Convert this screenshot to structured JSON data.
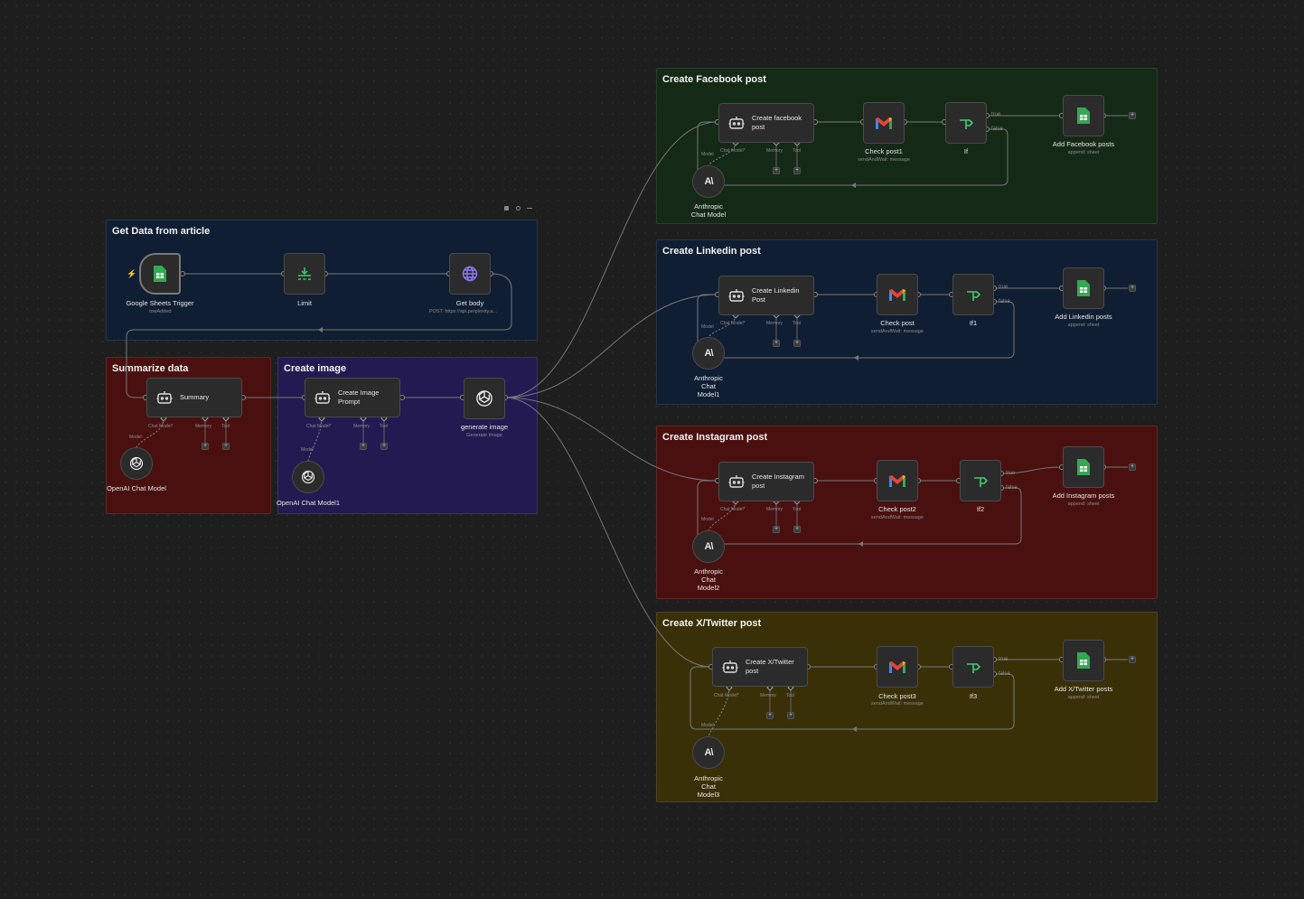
{
  "canvas": {
    "background": "#1e1e1e"
  },
  "stickies": [
    {
      "title": "Get Data from article",
      "color": "#0f1e33"
    },
    {
      "title": "Summarize data",
      "color": "#4a1010"
    },
    {
      "title": "Create image",
      "color": "#241a52"
    },
    {
      "title": "Create Facebook post",
      "color": "#142a17"
    },
    {
      "title": "Create Linkedin post",
      "color": "#0f1e33"
    },
    {
      "title": "Create Instagram post",
      "color": "#4a1010"
    },
    {
      "title": "Create X/Twitter post",
      "color": "#3a3008"
    }
  ],
  "nodes": {
    "sheets_trigger": {
      "label": "Google Sheets Trigger",
      "sub": "rowAdded"
    },
    "limit": {
      "label": "Limit"
    },
    "get_body": {
      "label": "Get body",
      "sub": "POST: https://api.perplexity.a..."
    },
    "summary": {
      "label": "Summary"
    },
    "openai_model": {
      "label": "OpenAI Chat Model"
    },
    "create_image_prompt": {
      "label": "Create Image Prompt"
    },
    "openai_model1": {
      "label": "OpenAI Chat Model1"
    },
    "generate_image": {
      "label": "generate image",
      "sub": "Generate Image"
    },
    "fb_agent": {
      "label": "Create facebook post"
    },
    "fb_check": {
      "label": "Check post1",
      "sub": "sendAndWait: message"
    },
    "fb_if": {
      "label": "If"
    },
    "fb_add": {
      "label": "Add Facebook posts",
      "sub": "append: sheet"
    },
    "fb_model": {
      "label": "Anthropic Chat Model"
    },
    "li_agent": {
      "label": "Create Linkedin Post"
    },
    "li_check": {
      "label": "Check post",
      "sub": "sendAndWait: message"
    },
    "li_if": {
      "label": "If1"
    },
    "li_add": {
      "label": "Add Linkedin posts",
      "sub": "append: sheet"
    },
    "li_model": {
      "label": "Anthropic Chat Model1"
    },
    "ig_agent": {
      "label": "Create Instagram post"
    },
    "ig_check": {
      "label": "Check post2",
      "sub": "sendAndWait: message"
    },
    "ig_if": {
      "label": "If2"
    },
    "ig_add": {
      "label": "Add Instagram posts",
      "sub": "append: sheet"
    },
    "ig_model": {
      "label": "Anthropic Chat Model2"
    },
    "tw_agent": {
      "label": "Create X/Twitter post"
    },
    "tw_check": {
      "label": "Check post3",
      "sub": "sendAndWait: message"
    },
    "tw_if": {
      "label": "If3"
    },
    "tw_add": {
      "label": "Add X/Twitter posts",
      "sub": "append: sheet"
    },
    "tw_model": {
      "label": "Anthropic Chat Model3"
    }
  },
  "ports": {
    "chat_model": "Chat Model*",
    "memory": "Memory",
    "tool": "Tool",
    "model": "Model",
    "true": "true",
    "false": "false"
  },
  "icons": {
    "sheets": "sheets-icon",
    "limit": "limit-icon",
    "http": "globe-icon",
    "agent": "robot-icon",
    "openai": "openai-icon",
    "gmail": "gmail-icon",
    "if": "if-icon",
    "anthropic": "anthropic-icon"
  },
  "colors": {
    "sheets_green": "#34a853",
    "http_purple": "#8b7cf6",
    "if_green": "#3ecf6e",
    "wire": "#777777"
  }
}
